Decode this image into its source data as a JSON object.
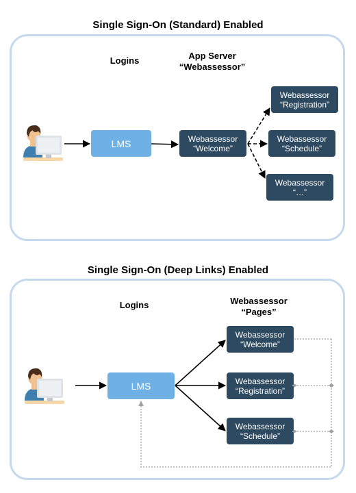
{
  "standard": {
    "title": "Single Sign-On (Standard) Enabled",
    "logins_label": "Logins",
    "server_label_line1": "App Server",
    "server_label_line2": "“Webassessor”",
    "lms_label": "LMS",
    "welcome_box": {
      "line1": "Webassessor",
      "line2": "“Welcome”"
    },
    "targets": [
      {
        "line1": "Webassessor",
        "line2": "“Registration”"
      },
      {
        "line1": "Webassessor",
        "line2": "“Schedule”"
      },
      {
        "line1": "Webassessor",
        "line2": "“…”"
      }
    ]
  },
  "deeplinks": {
    "title": "Single Sign-On (Deep Links) Enabled",
    "logins_label": "Logins",
    "pages_label_line1": "Webassessor",
    "pages_label_line2": "“Pages”",
    "lms_label": "LMS",
    "targets": [
      {
        "line1": "Webassessor",
        "line2": "“Welcome”"
      },
      {
        "line1": "Webassessor",
        "line2": "“Registration”"
      },
      {
        "line1": "Webassessor",
        "line2": "“Schedule”"
      }
    ]
  },
  "colors": {
    "panel_border": "#c5d9ee",
    "lms_fill": "#6fb1e4",
    "page_fill": "#2e4a60",
    "return_line": "#a0a0a0"
  }
}
